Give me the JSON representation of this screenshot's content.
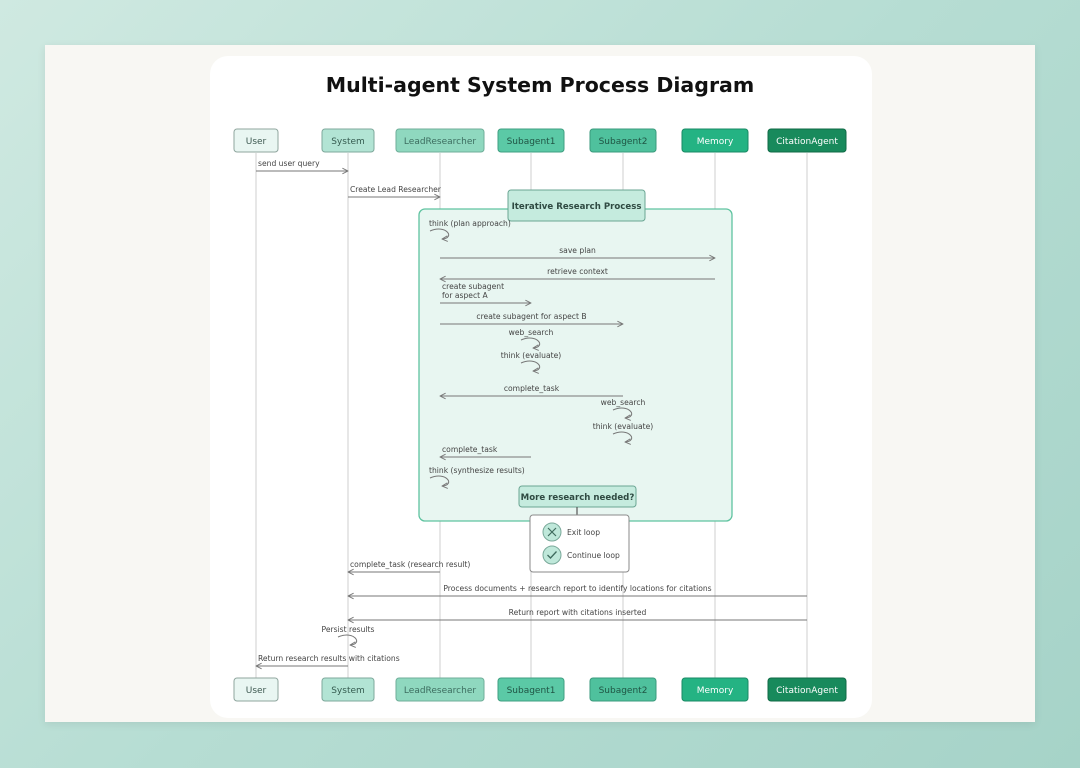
{
  "title": "Multi-agent System Process Diagram",
  "participants": [
    {
      "id": "user",
      "label": "User",
      "fill": "#e9f6f2",
      "stroke": "#8fa59e",
      "text": "#3f5a52"
    },
    {
      "id": "system",
      "label": "System",
      "fill": "#b2e4d4",
      "stroke": "#7ea89b",
      "text": "#355c50"
    },
    {
      "id": "lead",
      "label": "LeadResearcher",
      "fill": "#8fd8bf",
      "stroke": "#6fae99",
      "text": "#3d6e60"
    },
    {
      "id": "sub1",
      "label": "Subagent1",
      "fill": "#5bc9a6",
      "stroke": "#3f9f81",
      "text": "#205545"
    },
    {
      "id": "sub2",
      "label": "Subagent2",
      "fill": "#4fc19d",
      "stroke": "#3a9a7c",
      "text": "#1f5544"
    },
    {
      "id": "memory",
      "label": "Memory",
      "fill": "#24b383",
      "stroke": "#1a8a64",
      "text": "#ffffff"
    },
    {
      "id": "citation",
      "label": "CitationAgent",
      "fill": "#188a5c",
      "stroke": "#106a46",
      "text": "#ffffff"
    }
  ],
  "loop": {
    "label": "Iterative Research Process",
    "decision": "More research needed?",
    "options": [
      {
        "icon": "x-icon",
        "label": "Exit loop"
      },
      {
        "icon": "check-icon",
        "label": "Continue loop"
      }
    ]
  },
  "messages": [
    {
      "kind": "msg",
      "from": "user",
      "to": "system",
      "label": "send user query"
    },
    {
      "kind": "msg",
      "from": "system",
      "to": "lead",
      "label": "Create Lead Researcher"
    },
    {
      "kind": "self",
      "at": "lead",
      "label": "think (plan approach)"
    },
    {
      "kind": "msg",
      "from": "lead",
      "to": "memory",
      "label": "save plan"
    },
    {
      "kind": "msg",
      "from": "memory",
      "to": "lead",
      "label": "retrieve context"
    },
    {
      "kind": "msg",
      "from": "lead",
      "to": "sub1",
      "label": "create subagent\nfor aspect A"
    },
    {
      "kind": "msg",
      "from": "lead",
      "to": "sub2",
      "label": "create subagent for aspect B"
    },
    {
      "kind": "self",
      "at": "sub1",
      "label": "web_search"
    },
    {
      "kind": "self",
      "at": "sub1",
      "label": "think (evaluate)"
    },
    {
      "kind": "msg",
      "from": "sub2",
      "to": "lead",
      "label": "complete_task"
    },
    {
      "kind": "self",
      "at": "sub2",
      "label": "web_search"
    },
    {
      "kind": "self",
      "at": "sub2",
      "label": "think (evaluate)"
    },
    {
      "kind": "msg",
      "from": "sub1",
      "to": "lead",
      "label": "complete_task"
    },
    {
      "kind": "self",
      "at": "lead",
      "label": "think (synthesize results)"
    },
    {
      "kind": "msg",
      "from": "lead",
      "to": "system",
      "label": "complete_task (research result)"
    },
    {
      "kind": "msg",
      "from": "citation",
      "to": "system",
      "label": "Process documents + research report to identify locations for citations"
    },
    {
      "kind": "msg",
      "from": "citation",
      "to": "system",
      "label": "Return report with citations inserted"
    },
    {
      "kind": "self",
      "at": "system",
      "label": "Persist results"
    },
    {
      "kind": "msg",
      "from": "system",
      "to": "user",
      "label": "Return research results with citations"
    }
  ]
}
